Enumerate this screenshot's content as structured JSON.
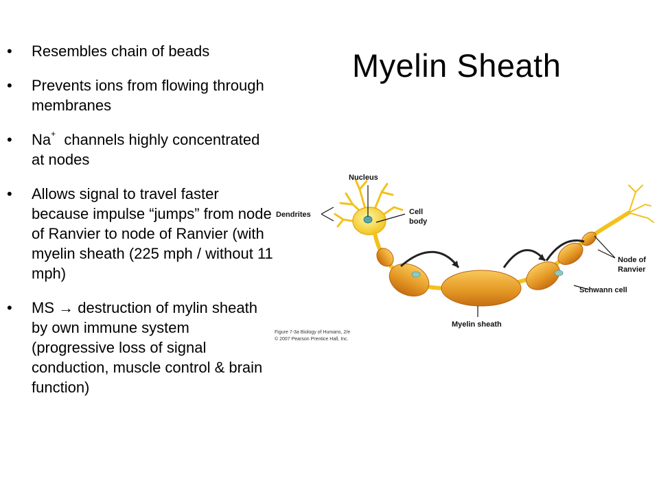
{
  "slide": {
    "title": "Myelin Sheath",
    "bullets": [
      "Resembles chain of beads",
      "Prevents ions from flowing through membranes",
      {
        "pre": "Na",
        "sup": "+",
        "post": "  channels highly concentrated at nodes"
      },
      "Allows signal to travel faster because impulse “jumps” from node of Ranvier to node of Ranvier (with myelin sheath (225 mph / without 11 mph)",
      {
        "pre": "MS ",
        "arrow": "→",
        "post": " destruction of mylin sheath by own immune system (progressive loss of signal conduction, muscle control & brain function)"
      }
    ]
  },
  "diagram": {
    "labels": {
      "nucleus": "Nucleus",
      "dendrites": "Dendrites",
      "cell_body_1": "Cell",
      "cell_body_2": "body",
      "node_1": "Node of",
      "node_2": "Ranvier",
      "schwann": "Schwann cell",
      "myelin": "Myelin sheath"
    },
    "credit_1": "Figure 7-3a  Biology of Humans, 2/e",
    "credit_2": "© 2007 Pearson Prentice Hall, Inc.",
    "colors": {
      "axon": "#f2c21c",
      "myelin_dark": "#d9821a",
      "myelin_light": "#f4b43c",
      "cell_body": "#f7e25a",
      "arrow": "#222222"
    }
  }
}
